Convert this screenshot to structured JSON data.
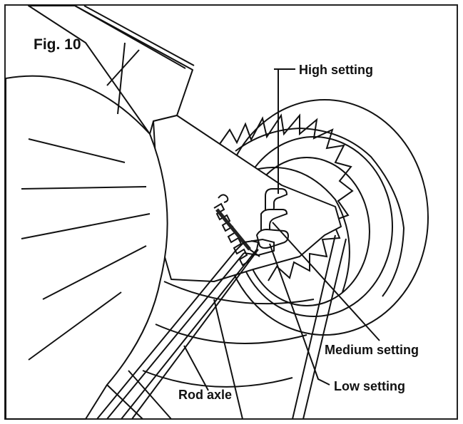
{
  "figure": {
    "title": "Fig. 10"
  },
  "labels": {
    "high": "High setting",
    "medium": "Medium setting",
    "low": "Low setting",
    "rod_axle": "Rod axle"
  }
}
